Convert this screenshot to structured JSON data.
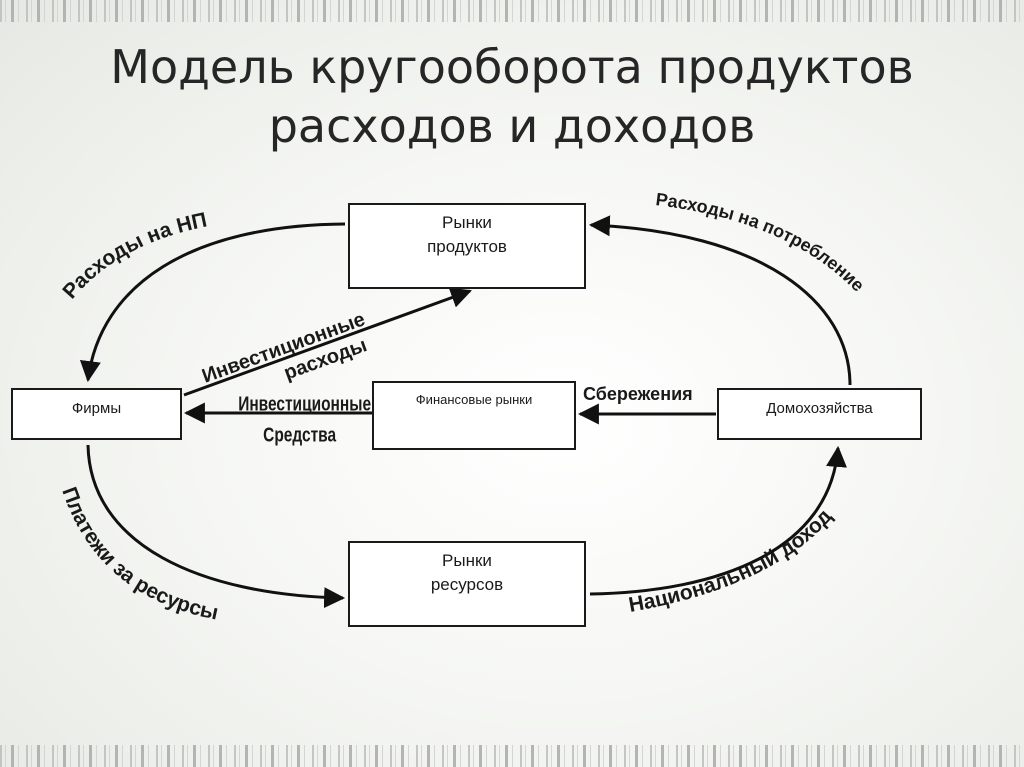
{
  "title_line1": "Модель кругооборота продуктов",
  "title_line2": "расходов и доходов",
  "boxes": {
    "products_line1": "Рынки",
    "products_line2": "продуктов",
    "resources_line1": "Рынки",
    "resources_line2": "ресурсов",
    "firms": "Фирмы",
    "finance": "Финансовые рынки",
    "households": "Домохозяйства"
  },
  "flows": {
    "gov_spending": "Расходы на НП",
    "consumption": "Расходы на потребление",
    "investment_spending_1": "Инвестиционные",
    "investment_spending_2": "расходы",
    "investment_funds_1": "Инвестиционные",
    "investment_funds_2": "Средства",
    "savings": "Сбережения",
    "resource_payments": "Платежи за ресурсы",
    "national_income": "Национальный доход"
  },
  "colors": {
    "line": "#111111",
    "text": "#1a1a1a"
  }
}
